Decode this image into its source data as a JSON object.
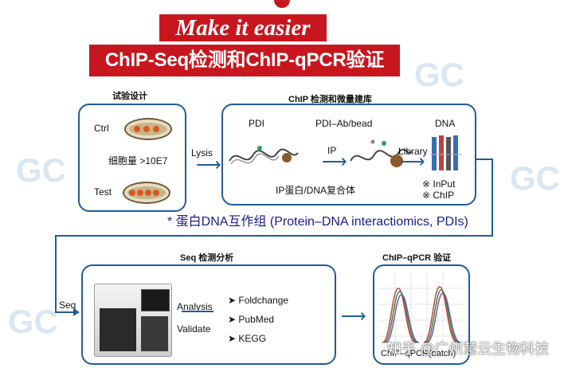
{
  "header": {
    "title": "Make it easier",
    "subtitle": "ChIP-Seq检测和ChIP-qPCR验证"
  },
  "panel_design": {
    "title": "试验设计",
    "ctrl": "Ctrl",
    "test": "Test",
    "cell_count": "细胞量 >10E7"
  },
  "lysis_label": "Lysis",
  "panel_chip": {
    "title": "ChIP 检测和微量建库",
    "pdi": "PDI",
    "pdi_ab_bead": "PDI–Ab/bead",
    "ip": "IP",
    "library": "Library",
    "dna": "DNA",
    "complex": "IP蛋白/DNA复合体",
    "input": "InPut",
    "chip": "ChIP"
  },
  "footnote": "* 蛋白DNA互作组 (Protein–DNA interactiomics, PDIs)",
  "seq_label": "Seq",
  "panel_seq": {
    "title": "Seq 检测分析",
    "analysis": "Analysis",
    "validate": "Validate",
    "items": [
      "Foldchange",
      "PubMed",
      "KEGG"
    ]
  },
  "panel_qpcr": {
    "title": "ChIP–qPCR  验证",
    "caption": "ChIP–qPCR(batch)"
  },
  "watermark": "知乎 @广州慧云生物科技",
  "colors": {
    "accent_red": "#c8161e",
    "frame_blue": "#1f5c9a"
  }
}
